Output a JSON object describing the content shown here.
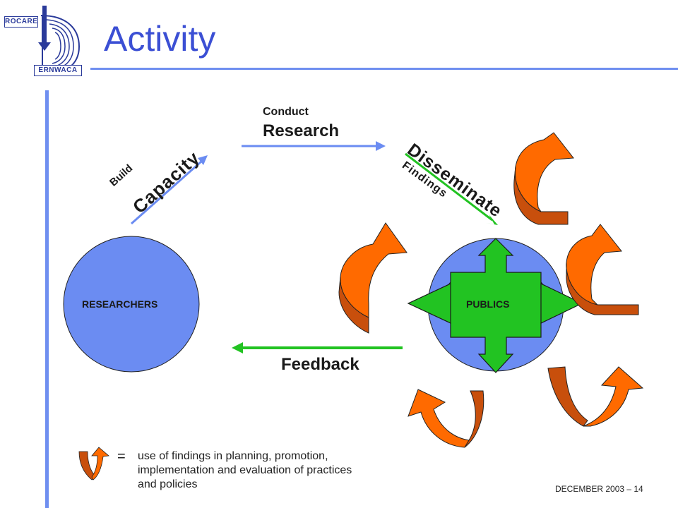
{
  "slide": {
    "title": "Activity",
    "footer": "DECEMBER 2003 – 14"
  },
  "logo": {
    "top_text": "ROCARE",
    "bottom_text": "ERNWACA",
    "letter_icon": "stylized-d-arrow-icon"
  },
  "diagram": {
    "researchers_label": "RESEARCHERS",
    "publics_label": "PUBLICS",
    "build_label": "Build",
    "capacity_label": "Capacity",
    "conduct_label": "Conduct",
    "research_label": "Research",
    "disseminate_label": "Disseminate",
    "findings_label": "Findings",
    "feedback_label": "Feedback"
  },
  "legend": {
    "icon": "curved-arrow-icon",
    "equals": "=",
    "text": "use of findings in planning, promotion, implementation and evaluation of practices and policies"
  },
  "colors": {
    "title": "#3b4fd4",
    "rule": "#6f8ff0",
    "circle": "#6b8cf2",
    "green": "#22c322",
    "orange": "#ff6a00",
    "orange_dark": "#c84f0c"
  }
}
